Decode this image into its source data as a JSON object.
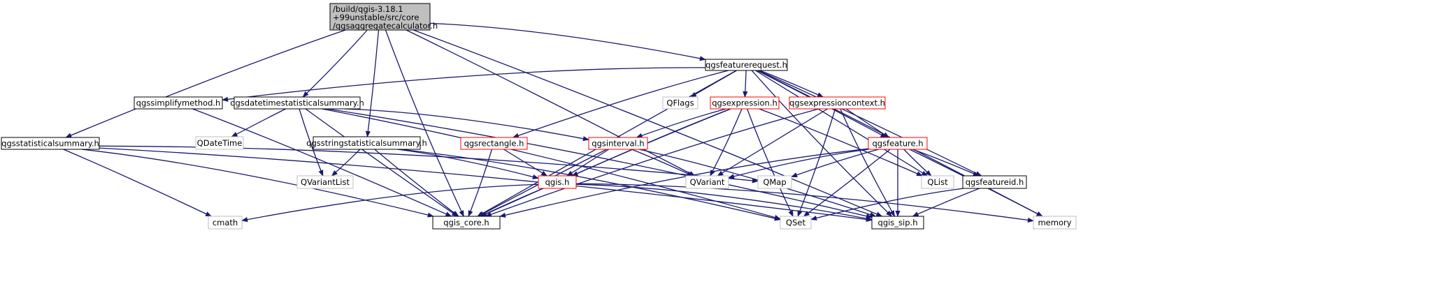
{
  "graph": {
    "title_lines": [
      "/build/qgis-3.18.1",
      "+99unstable/src/core",
      "/qgsaggregatecalculator.h"
    ],
    "edge_color": "#191970",
    "nodes": [
      {
        "id": "root",
        "kind": "root"
      },
      {
        "id": "qgsfeaturerequest",
        "label": "qgsfeaturerequest.h",
        "kind": "normal"
      },
      {
        "id": "qgssimplifymethod",
        "label": "qgssimplifymethod.h",
        "kind": "normal"
      },
      {
        "id": "qgsdatetimestatisticalsummary",
        "label": "qgsdatetimestatisticalsummary.h",
        "kind": "normal"
      },
      {
        "id": "qflags",
        "label": "QFlags",
        "kind": "external"
      },
      {
        "id": "qgsexpression",
        "label": "qgsexpression.h",
        "kind": "truncated"
      },
      {
        "id": "qgsexpressioncontext",
        "label": "qgsexpressioncontext.h",
        "kind": "truncated"
      },
      {
        "id": "qgsstatisticalsummary",
        "label": "qgsstatisticalsummary.h",
        "kind": "normal"
      },
      {
        "id": "qdatetime",
        "label": "QDateTime",
        "kind": "external"
      },
      {
        "id": "qgsstringstatisticalsummary",
        "label": "qgsstringstatisticalsummary.h",
        "kind": "normal"
      },
      {
        "id": "qgsrectangle",
        "label": "qgsrectangle.h",
        "kind": "truncated"
      },
      {
        "id": "qgsinterval",
        "label": "qgsinterval.h",
        "kind": "truncated"
      },
      {
        "id": "qgsfeature",
        "label": "qgsfeature.h",
        "kind": "truncated"
      },
      {
        "id": "qvariantlist",
        "label": "QVariantList",
        "kind": "external"
      },
      {
        "id": "qgis",
        "label": "qgis.h",
        "kind": "truncated"
      },
      {
        "id": "qvariant",
        "label": "QVariant",
        "kind": "external"
      },
      {
        "id": "qmap",
        "label": "QMap",
        "kind": "external"
      },
      {
        "id": "qlist",
        "label": "QList",
        "kind": "external"
      },
      {
        "id": "qgsfeatureid",
        "label": "qgsfeatureid.h",
        "kind": "normal"
      },
      {
        "id": "cmath",
        "label": "cmath",
        "kind": "external"
      },
      {
        "id": "qgis_core",
        "label": "qgis_core.h",
        "kind": "normal"
      },
      {
        "id": "qset",
        "label": "QSet",
        "kind": "external"
      },
      {
        "id": "qgis_sip",
        "label": "qgis_sip.h",
        "kind": "normal"
      },
      {
        "id": "memory",
        "label": "memory",
        "kind": "external"
      }
    ],
    "edges": [
      [
        "root",
        "qgsfeaturerequest"
      ],
      [
        "root",
        "qgsdatetimestatisticalsummary"
      ],
      [
        "root",
        "qgsstatisticalsummary"
      ],
      [
        "root",
        "qgsstringstatisticalsummary"
      ],
      [
        "root",
        "qvariant"
      ],
      [
        "root",
        "qgis_core"
      ],
      [
        "root",
        "qgis_sip"
      ],
      [
        "qgsfeaturerequest",
        "qgssimplifymethod"
      ],
      [
        "qgsfeaturerequest",
        "qflags"
      ],
      [
        "qgsfeaturerequest",
        "qgsexpression"
      ],
      [
        "qgsfeaturerequest",
        "qgsexpressioncontext"
      ],
      [
        "qgsfeaturerequest",
        "qgsrectangle"
      ],
      [
        "qgsfeaturerequest",
        "qgsfeature"
      ],
      [
        "qgsfeaturerequest",
        "qgsfeatureid"
      ],
      [
        "qgsfeaturerequest",
        "qlist"
      ],
      [
        "qgsfeaturerequest",
        "qgis_core"
      ],
      [
        "qgsfeaturerequest",
        "memory"
      ],
      [
        "qgsfeaturerequest",
        "qgis_sip"
      ],
      [
        "qgssimplifymethod",
        "qgis_core"
      ],
      [
        "qgsdatetimestatisticalsummary",
        "qdatetime"
      ],
      [
        "qgsdatetimestatisticalsummary",
        "qvariantlist"
      ],
      [
        "qgsdatetimestatisticalsummary",
        "qgsinterval"
      ],
      [
        "qgsdatetimestatisticalsummary",
        "qgis_core"
      ],
      [
        "qgsdatetimestatisticalsummary",
        "qset"
      ],
      [
        "qgsdatetimestatisticalsummary",
        "qgis_sip"
      ],
      [
        "qgsexpression",
        "qgsinterval"
      ],
      [
        "qgsexpression",
        "qgis"
      ],
      [
        "qgsexpression",
        "qvariant"
      ],
      [
        "qgsexpression",
        "qlist"
      ],
      [
        "qgsexpression",
        "qgis_core"
      ],
      [
        "qgsexpression",
        "qset"
      ],
      [
        "qgsexpressioncontext",
        "qgsfeature"
      ],
      [
        "qgsexpressioncontext",
        "qvariant"
      ],
      [
        "qgsexpressioncontext",
        "qgis_core"
      ],
      [
        "qgsexpressioncontext",
        "qset"
      ],
      [
        "qgsexpressioncontext",
        "qgis_sip"
      ],
      [
        "qgsstatisticalsummary",
        "qmap"
      ],
      [
        "qgsstatisticalsummary",
        "cmath"
      ],
      [
        "qgsstatisticalsummary",
        "qgis_core"
      ],
      [
        "qgsstatisticalsummary",
        "qgis_sip"
      ],
      [
        "qgsstringstatisticalsummary",
        "qvariantlist"
      ],
      [
        "qgsstringstatisticalsummary",
        "qgis"
      ],
      [
        "qgsstringstatisticalsummary",
        "qgis_core"
      ],
      [
        "qgsstringstatisticalsummary",
        "qset"
      ],
      [
        "qgsrectangle",
        "qgis"
      ],
      [
        "qgsrectangle",
        "qgis_core"
      ],
      [
        "qgsinterval",
        "qgis"
      ],
      [
        "qgsinterval",
        "qvariant"
      ],
      [
        "qgsinterval",
        "qgis_core"
      ],
      [
        "qgsinterval",
        "qgis_sip"
      ],
      [
        "qgsfeature",
        "qvariant"
      ],
      [
        "qgsfeature",
        "qmap"
      ],
      [
        "qgsfeature",
        "qlist"
      ],
      [
        "qgsfeature",
        "qgsfeatureid"
      ],
      [
        "qgsfeature",
        "qgis_core"
      ],
      [
        "qgsfeature",
        "qset"
      ],
      [
        "qgsfeature",
        "qgis_sip"
      ],
      [
        "qgsfeature",
        "memory"
      ],
      [
        "qgis",
        "cmath"
      ],
      [
        "qgis",
        "qgis_core"
      ],
      [
        "qgis",
        "qgis_sip"
      ],
      [
        "qgis",
        "memory"
      ],
      [
        "qgsfeatureid",
        "qset"
      ],
      [
        "qgsfeatureid",
        "qgis_sip"
      ]
    ]
  }
}
